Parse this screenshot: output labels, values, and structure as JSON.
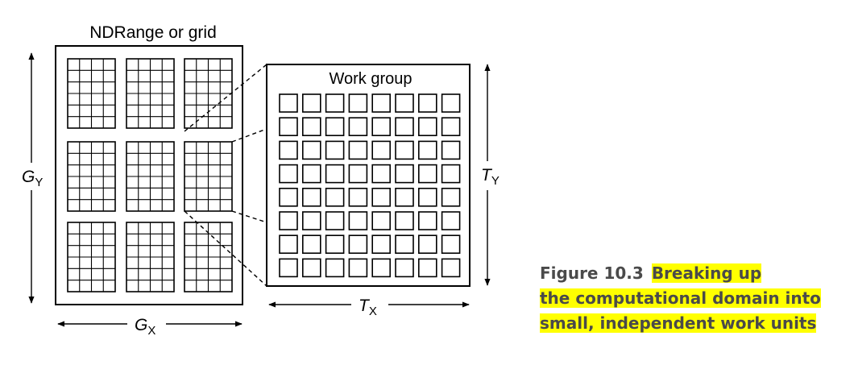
{
  "diagram": {
    "grid_title": "NDRange or grid",
    "workgroup_title": "Work group",
    "gy_main": "G",
    "gy_sub": "Y",
    "gx_main": "G",
    "gx_sub": "X",
    "tx_main": "T",
    "tx_sub": "X",
    "ty_main": "T",
    "ty_sub": "Y"
  },
  "caption": {
    "label": "Figure 10.3",
    "line1": "Breaking up",
    "line2": "the computational domain into",
    "line3": "small, independent work units",
    "highlight_color": "#ffff00",
    "text_color": "#4a4a4a"
  }
}
